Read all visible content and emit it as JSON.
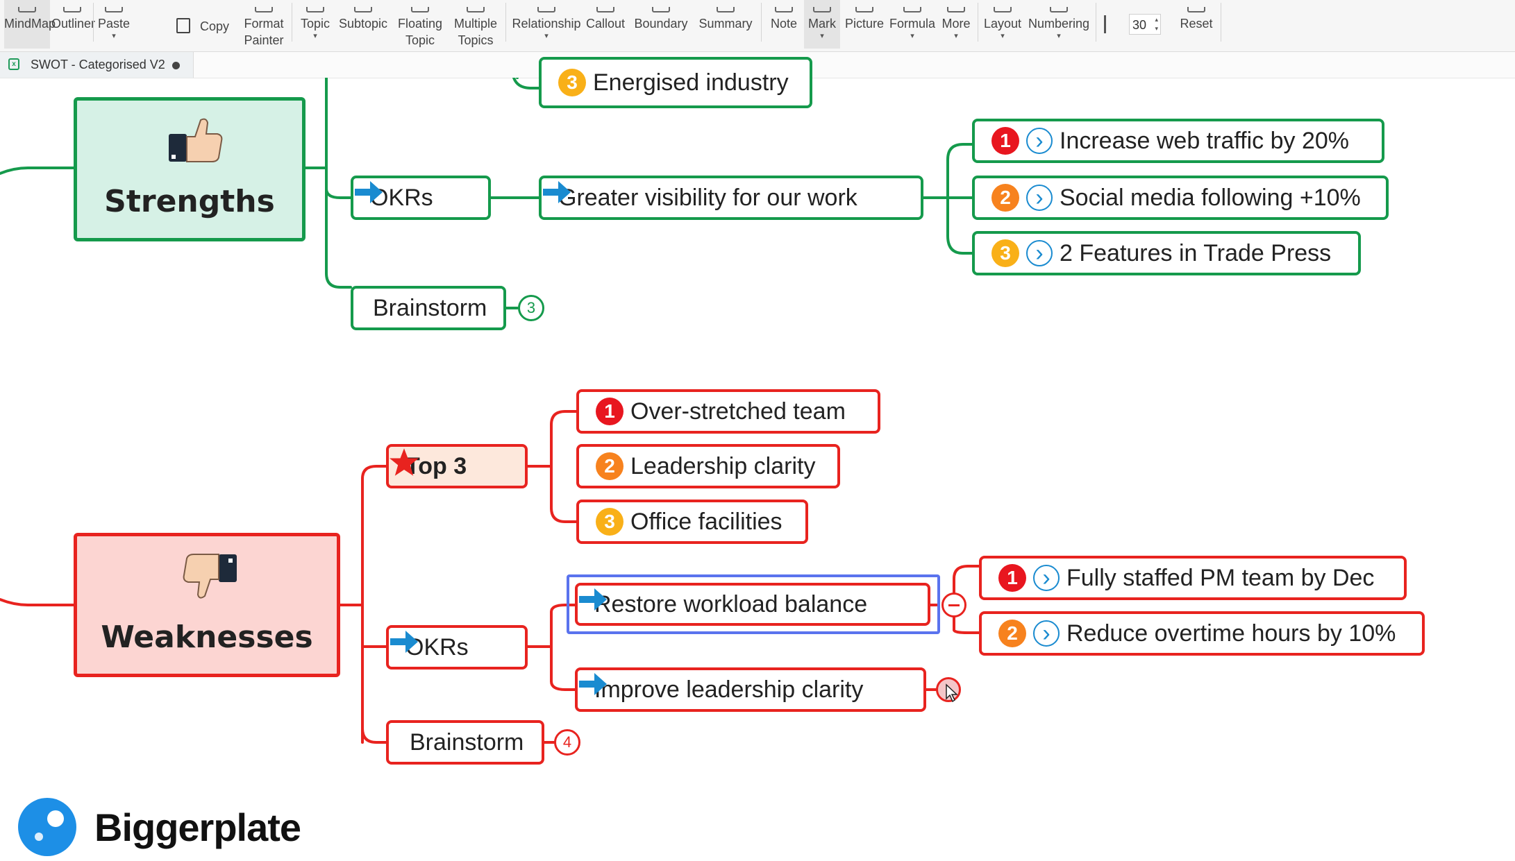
{
  "toolbar": {
    "mindmap": "MindMap",
    "outliner": "Outliner",
    "paste": "Paste",
    "copy": "Copy",
    "format_painter_1": "Format",
    "format_painter_2": "Painter",
    "topic": "Topic",
    "subtopic": "Subtopic",
    "floating_1": "Floating",
    "floating_2": "Topic",
    "multiple_1": "Multiple",
    "multiple_2": "Topics",
    "relationship": "Relationship",
    "callout": "Callout",
    "boundary": "Boundary",
    "summary": "Summary",
    "note": "Note",
    "mark": "Mark",
    "picture": "Picture",
    "formula": "Formula",
    "more": "More",
    "layout": "Layout",
    "numbering": "Numbering",
    "spacing_value": "30",
    "reset": "Reset"
  },
  "tab": {
    "title": "SWOT - Categorised V2",
    "icon": "mindmap-file-icon"
  },
  "map": {
    "strengths": {
      "label": "Strengths",
      "icon": "thumbs-up-icon",
      "partial_top": {
        "num": "3",
        "text": "Energised industry"
      },
      "okrs": "OKRs",
      "okr_goal": "Greater visibility for our work",
      "results": [
        {
          "num": "1",
          "text": "Increase web traffic by 20%"
        },
        {
          "num": "2",
          "text": "Social media following +10%"
        },
        {
          "num": "3",
          "text": "2 Features in Trade Press"
        }
      ],
      "brainstorm": "Brainstorm",
      "brainstorm_count": "3"
    },
    "weaknesses": {
      "label": "Weaknesses",
      "icon": "thumbs-down-icon",
      "top3": "Top 3",
      "top_items": [
        {
          "num": "1",
          "text": "Over-stretched team"
        },
        {
          "num": "2",
          "text": "Leadership clarity"
        },
        {
          "num": "3",
          "text": "Office facilities"
        }
      ],
      "okrs": "OKRs",
      "okr_goals": [
        "Restore workload balance",
        "Improve leadership clarity"
      ],
      "results": [
        {
          "num": "1",
          "text": "Fully staffed PM team by Dec"
        },
        {
          "num": "2",
          "text": "Reduce overtime hours by 10%"
        }
      ],
      "brainstorm": "Brainstorm",
      "brainstorm_count": "4"
    }
  },
  "brand": {
    "name": "Biggerplate"
  },
  "colors": {
    "green": "#159a4c",
    "green_fill": "#d6f1e6",
    "red": "#e8231f",
    "red_fill": "#fcd5d2",
    "selection": "#5a73ee",
    "accent_arrow": "#1a8bd0"
  }
}
